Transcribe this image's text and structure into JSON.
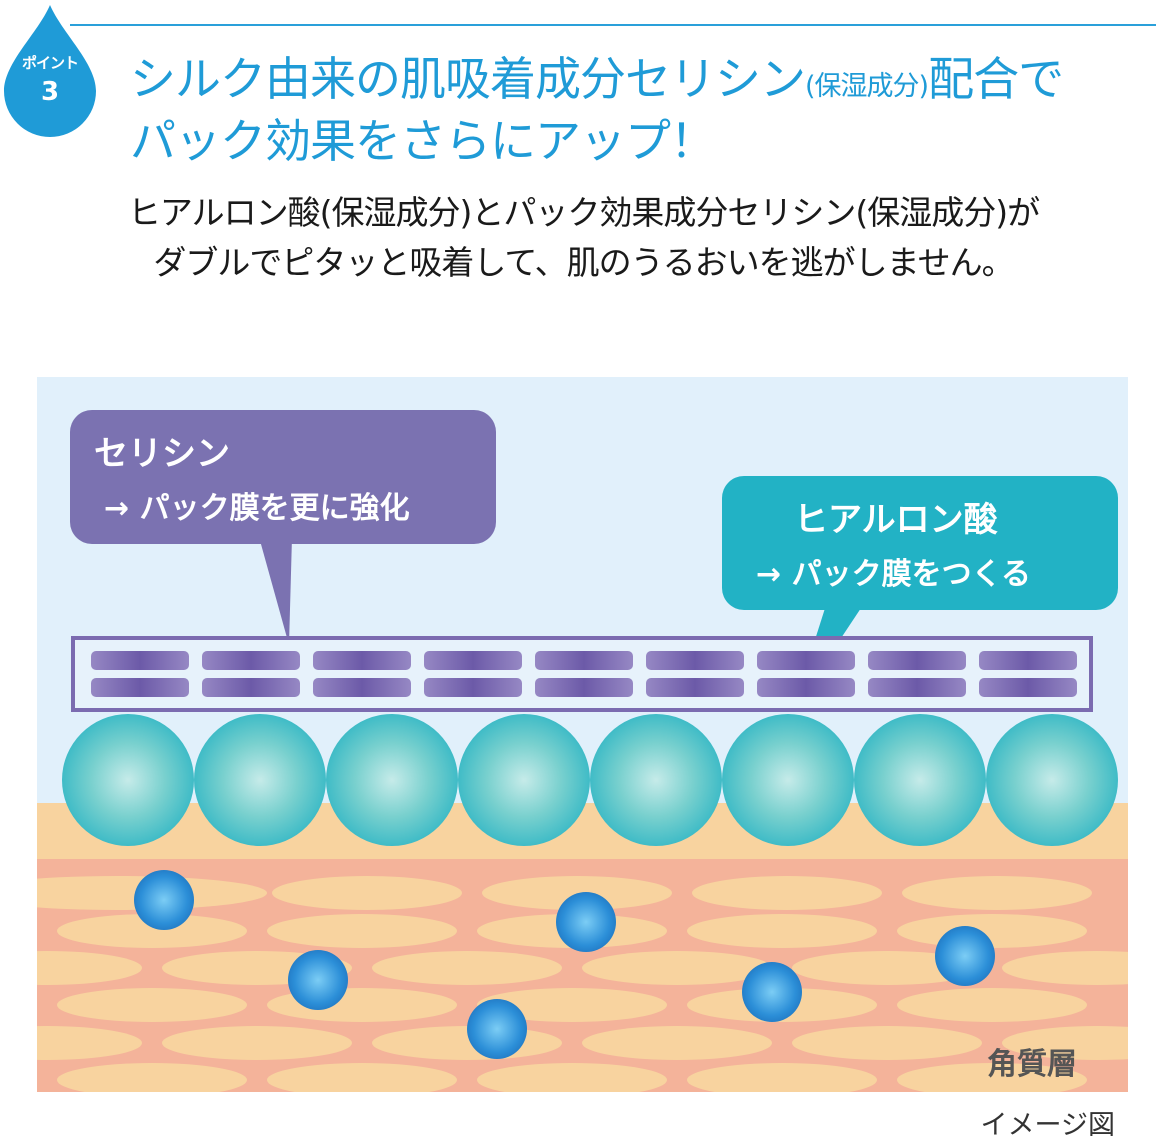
{
  "header": {
    "badge_label": "ポイント",
    "badge_number": "3",
    "headline_line1_a": "シルク由来の肌吸着成分セリシン",
    "headline_line1_small": "(保湿成分)",
    "headline_line1_b": "配合で",
    "headline_line2": "パック効果をさらにアップ！"
  },
  "description": {
    "line1": "ヒアルロン酸(保湿成分)とパック効果成分セリシン(保湿成分)が",
    "line2": "ダブルでピタッと吸着して、肌のうるおいを逃がしません。"
  },
  "diagram": {
    "sericin_title": "セリシン",
    "sericin_desc": "→ パック膜を更に強化",
    "hyaluronic_title": "ヒアルロン酸",
    "hyaluronic_desc": "→ パック膜をつくる",
    "layer_label": "角質層",
    "colors": {
      "sericin": "#7b72b1",
      "hyaluronic": "#22b2c5",
      "skin": "#f8d39f",
      "moisture_dot": "#2c8fd8",
      "headline": "#1f9bd7"
    }
  },
  "caption": "イメージ図"
}
